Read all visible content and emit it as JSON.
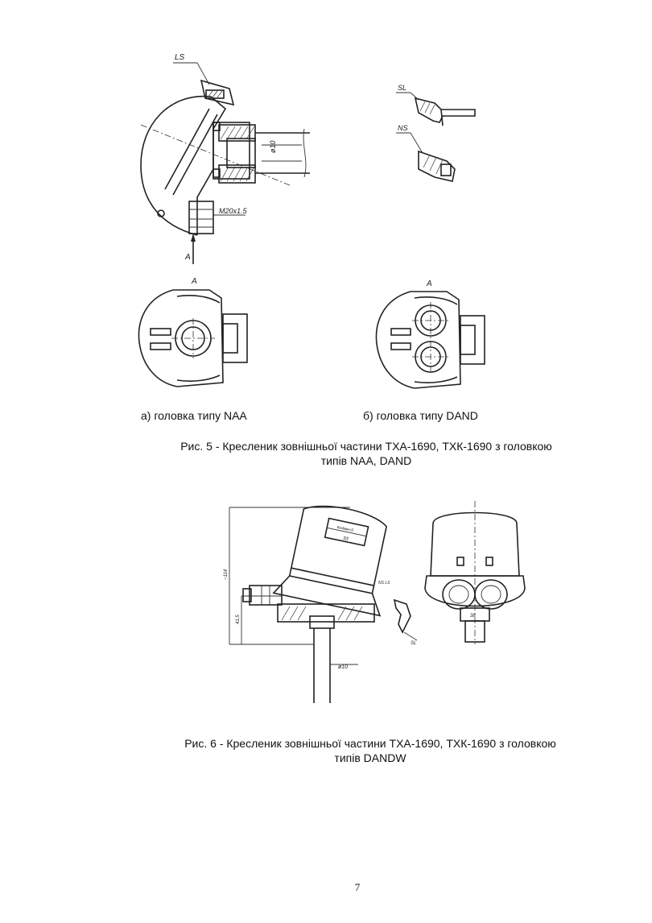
{
  "figure5": {
    "labels": {
      "ls": "LS",
      "dia10": "ø10",
      "thread": "M20x1.5",
      "arrow_a": "A",
      "view_a_left": "A",
      "view_a_right": "A",
      "sl": "SL",
      "ns": "NS"
    },
    "caption_a": "а) головка типу NAA",
    "caption_b": "б) головка типу DAND",
    "caption_line1": "Рис. 5 - Кресленик зовнішньої частини ТХА-1690, ТХК-1690 з головкою",
    "caption_line2": "типів NAA, DAND"
  },
  "figure6": {
    "labels": {
      "dim_total": "~114",
      "dim_lower": "41,5",
      "dim_width": "33",
      "dim_small": "6x4мм×5",
      "ns_ls": "NS\nLS",
      "dia10": "ø10",
      "sl": "SL",
      "front_dim": "38"
    },
    "caption_line1": "Рис. 6 - Кресленик зовнішньої частини ТХА-1690, ТХК-1690 з головкою",
    "caption_line2": "типів DANDW"
  },
  "page_number": "7"
}
